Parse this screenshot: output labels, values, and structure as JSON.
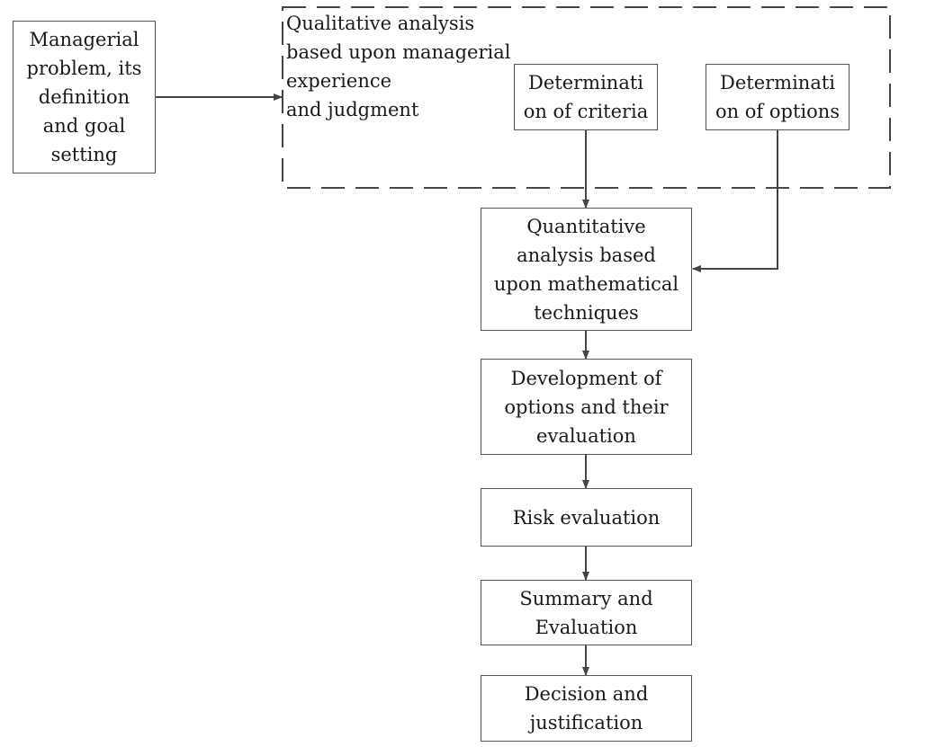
{
  "diagram": {
    "problem_box": "Managerial\nproblem, its\ndefinition\nand goal\nsetting",
    "qualitative_group_label": "Qualitative analysis\nbased upon managerial\nexperience\nand judgment",
    "criteria_box": "Determinati\non of criteria",
    "options_box": "Determinati\non of options",
    "quantitative_box": "Quantitative\nanalysis based\nupon mathematical\ntechniques",
    "development_box": "Development of\noptions and their\nevaluation",
    "risk_box": "Risk evaluation",
    "summary_box": "Summary and\nEvaluation",
    "decision_box": "Decision and\njustification"
  },
  "colors": {
    "stroke": "#555555",
    "dash": "#444444",
    "text": "#1a1a1a"
  }
}
